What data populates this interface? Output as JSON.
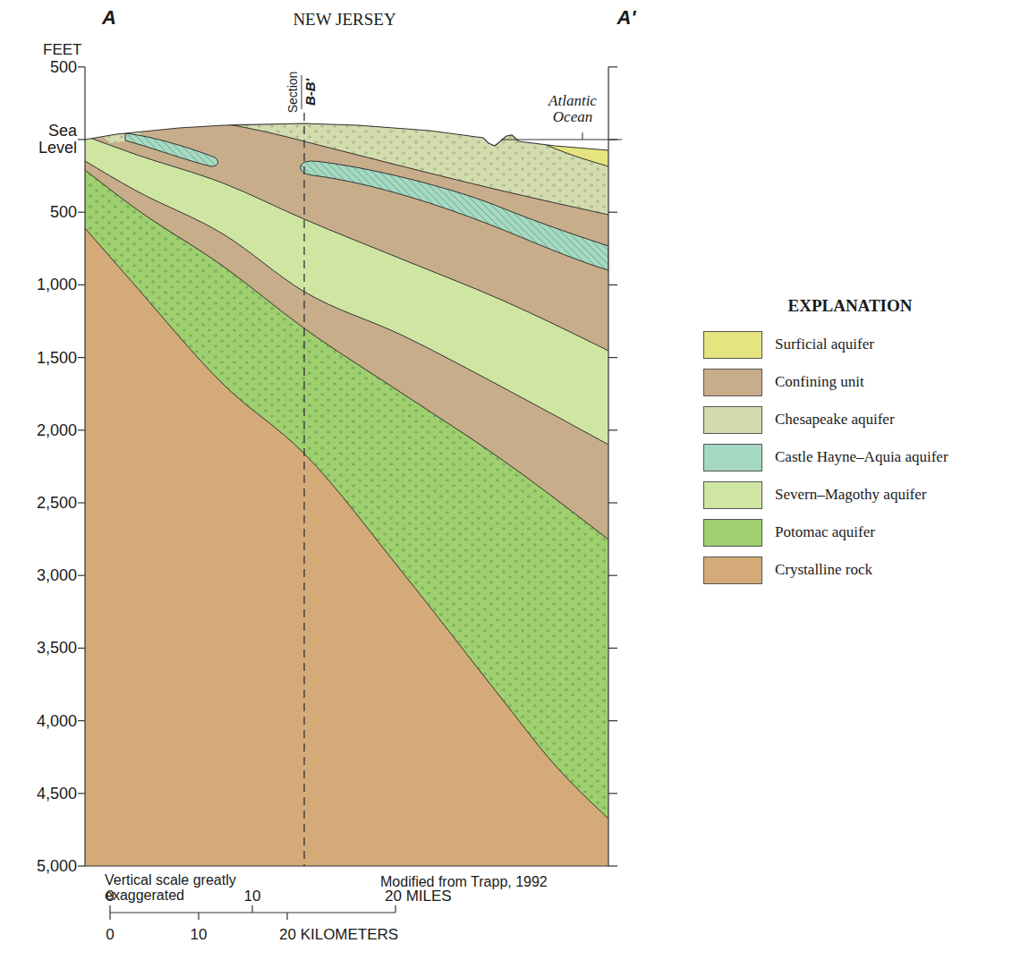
{
  "diagram": {
    "title": "NEW JERSEY",
    "labels": [
      "A",
      "A'",
      "FEET",
      "500",
      "Sea Level",
      "500",
      "1,000",
      "1,500",
      "2,000",
      "2,500",
      "3,000",
      "3,500",
      "4,000",
      "4,500",
      "5,000",
      "Section",
      "B-B'",
      "Atlantic Ocean",
      "EXPLANATION",
      "Vertical scale greatly exaggerated",
      "Modified from Trapp, 1992",
      "0",
      "10",
      "20 MILES",
      "0",
      "10",
      "20 KILOMETERS"
    ],
    "legend": [
      {
        "text": "Surficial aquifer",
        "color": "#e6e47e"
      },
      {
        "text": "Confining unit",
        "color": "#c7ad8a"
      },
      {
        "text": "Chesapeake aquifer",
        "color": "#d3dcae"
      },
      {
        "text": "Castle Hayne–Aquia aquifer",
        "color": "#a6d8c2"
      },
      {
        "text": "Severn–Magothy aquifer",
        "color": "#cfe6a3"
      },
      {
        "text": "Potomac aquifer",
        "color": "#9fcf6f"
      },
      {
        "text": "Crystalline rock",
        "color": "#d4ab78"
      }
    ]
  }
}
